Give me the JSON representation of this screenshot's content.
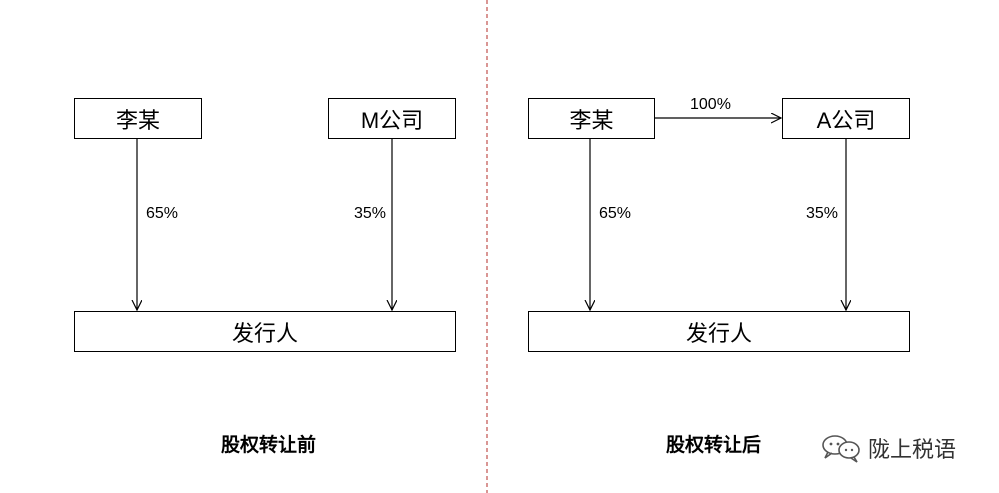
{
  "left": {
    "shareholder1": "李某",
    "shareholder2": "M公司",
    "issuer": "发行人",
    "pct1": "65%",
    "pct2": "35%",
    "caption": "股权转让前"
  },
  "right": {
    "shareholder1": "李某",
    "shareholder2": "A公司",
    "issuer": "发行人",
    "pct_transfer": "100%",
    "pct1": "65%",
    "pct2": "35%",
    "caption": "股权转让后"
  },
  "watermark": {
    "text": "陇上税语",
    "icon": "chat-bubbles-icon"
  },
  "colors": {
    "divider": "#c0504d"
  }
}
